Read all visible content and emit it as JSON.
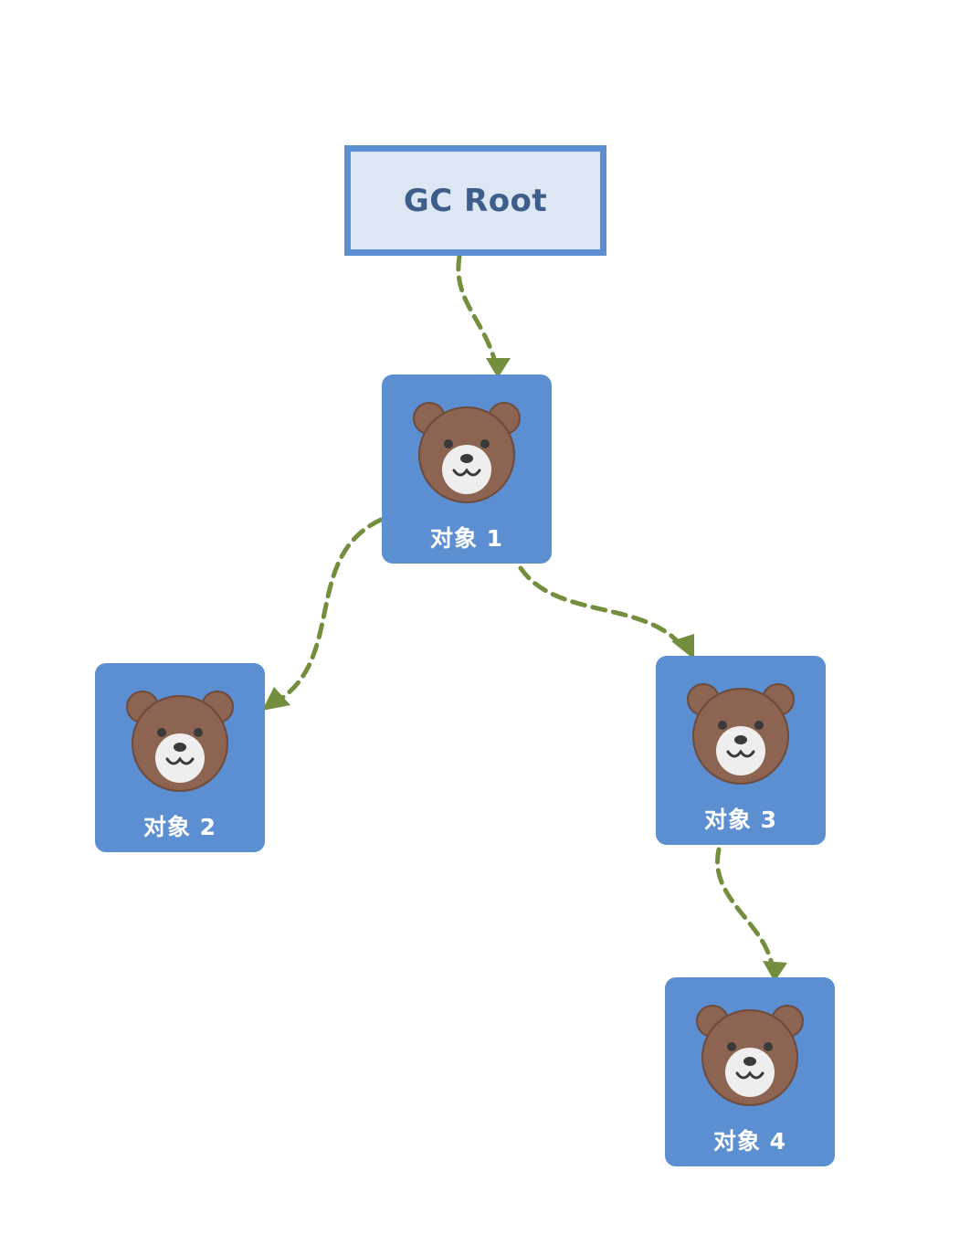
{
  "root": {
    "label": "GC Root"
  },
  "objects": [
    {
      "label": "对象 1",
      "icon": "bear-face-icon"
    },
    {
      "label": "对象 2",
      "icon": "bear-face-icon"
    },
    {
      "label": "对象 3",
      "icon": "bear-face-icon"
    },
    {
      "label": "对象 4",
      "icon": "bear-face-icon"
    }
  ],
  "references": [
    {
      "from": "GC Root",
      "to": "对象 1"
    },
    {
      "from": "对象 1",
      "to": "对象 2"
    },
    {
      "from": "对象 1",
      "to": "对象 3"
    },
    {
      "from": "对象 3",
      "to": "对象 4"
    }
  ],
  "colors": {
    "node_fill": "#5b8fd1",
    "root_fill": "#dde7f3",
    "root_border": "#5b8fd1",
    "root_text": "#3d5e8a",
    "arrow": "#738f3e",
    "bear_fur": "#8c6451",
    "bear_muzzle": "#eeeeee"
  }
}
